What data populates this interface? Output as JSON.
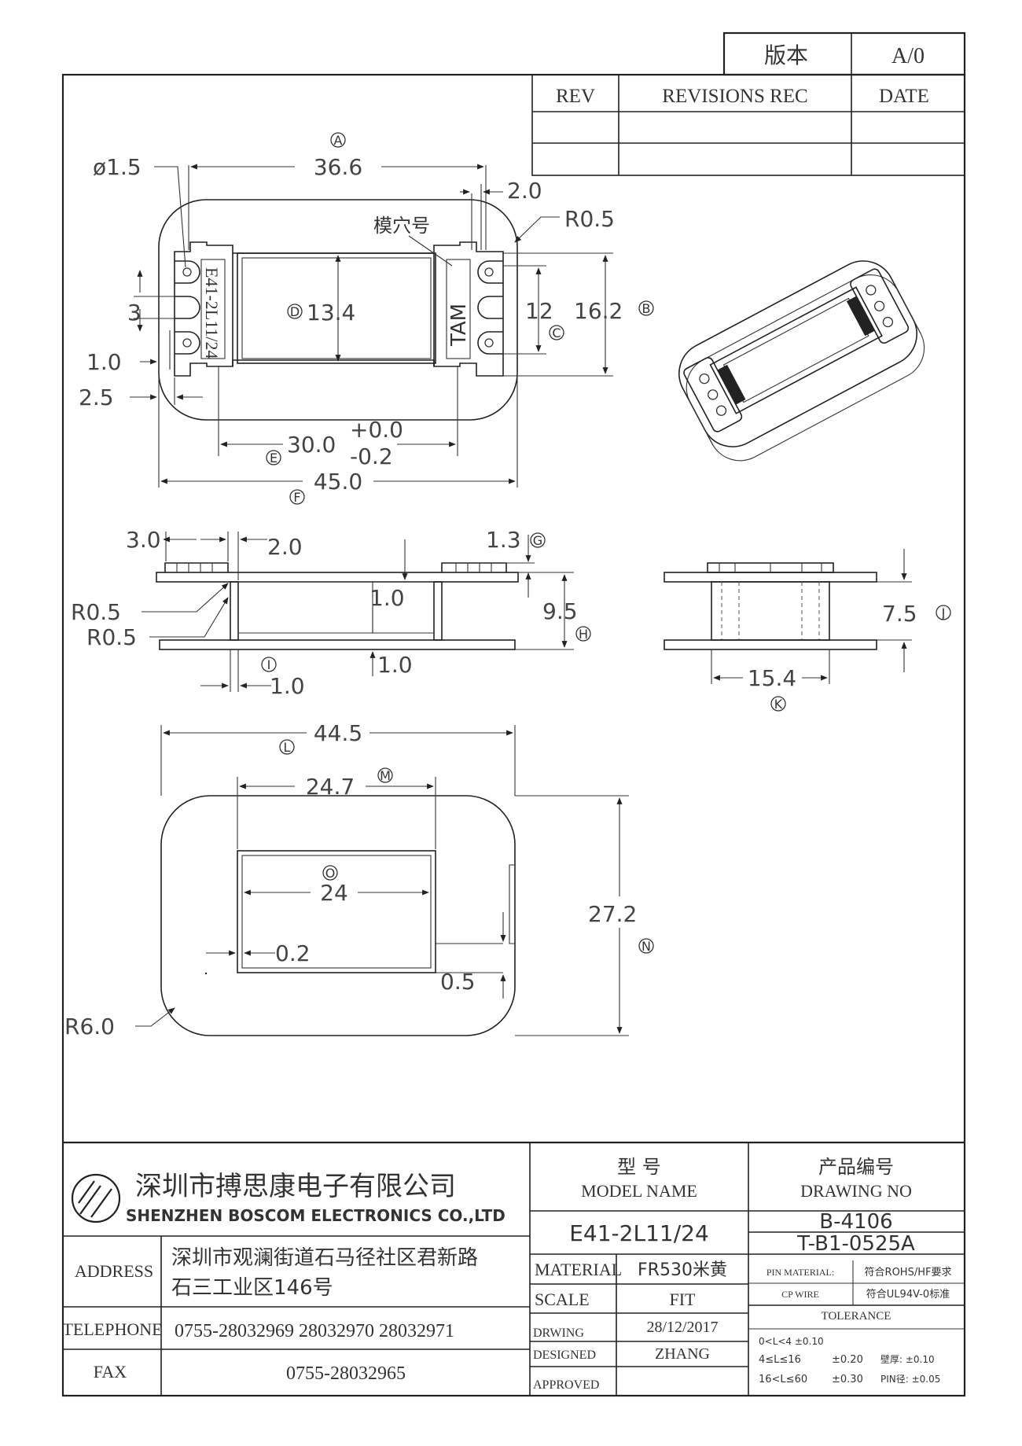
{
  "revision_box": {
    "version_label": "版本",
    "version_value": "A/0"
  },
  "revisions_table": {
    "rev_header": "REV",
    "rec_header": "REVISIONS REC",
    "date_header": "DATE"
  },
  "top_view": {
    "d_pin": "ø1.5",
    "a_width": "36.6",
    "a_tag": "A",
    "slot_gap": "2.0",
    "corner_r": "R0.5",
    "cavity_label": "模穴号",
    "pin_pitch": "3",
    "d_center": "13.4",
    "d_tag": "D",
    "b_height": "16.2",
    "b_tag": "B",
    "c_spacing": "12",
    "c_tag": "C",
    "dim_1_0": "1.0",
    "dim_2_5": "2.5",
    "e_width": "30.0",
    "e_tol_plus": "+0.0",
    "e_tol_minus": "-0.2",
    "e_tag": "E",
    "f_width": "45.0",
    "f_tag": "F",
    "part_marking": "E41-2L11/24",
    "brand_marking": "TAM"
  },
  "side_view": {
    "dim_3_0": "3.0",
    "dim_2_0": "2.0",
    "g_value": "1.3",
    "g_tag": "G",
    "r1": "R0.5",
    "r2": "R0.5",
    "wall": "1.0",
    "h_value": "9.5",
    "h_tag": "H",
    "i_tag": "I",
    "i_value": "1.0",
    "base": "1.0"
  },
  "end_view": {
    "j_value": "7.5",
    "j_tag": "J",
    "k_value": "15.4",
    "k_tag": "K"
  },
  "bottom_view": {
    "l_value": "44.5",
    "l_tag": "L",
    "m_value": "24.7",
    "m_tag": "M",
    "o_value": "24",
    "o_tag": "O",
    "n_value": "27.2",
    "n_tag": "N",
    "dim_0_2": "0.2",
    "dim_0_5": "0.5",
    "corner_r": "R6.0"
  },
  "title_block": {
    "company_cn": "深圳市搏思康电子有限公司",
    "company_en": "SHENZHEN BOSCOM ELECTRONICS CO.,LTD",
    "address_label": "ADDRESS",
    "address_line1": "深圳市观澜街道石马径社区君新路",
    "address_line2": "石三工业区146号",
    "telephone_label": "TELEPHONE",
    "telephone_value": "0755-28032969 28032970 28032971",
    "fax_label": "FAX",
    "fax_value": "0755-28032965",
    "model_cn": "型      号",
    "model_en": "MODEL NAME",
    "model_value": "E41-2L11/24",
    "drawing_no_cn": "产品编号",
    "drawing_no_en": "DRAWING NO",
    "drawing_no_1": "B-4106",
    "drawing_no_2": "T-B1-0525A",
    "material_label": "MATERIAL",
    "material_value": "FR530米黄",
    "scale_label": "SCALE",
    "scale_value": "FIT",
    "drwing_label": "DRWING",
    "drwing_value": "28/12/2017",
    "designed_label": "DESIGNED",
    "designed_value": "ZHANG",
    "approved_label": "APPROVED",
    "pin_material_label": "PIN MATERIAL:",
    "pin_material_value": "符合ROHS/HF要求",
    "cp_wire_label": "CP WIRE",
    "cp_wire_value": "符合UL94V-0标准",
    "tolerance_label": "TOLERANCE",
    "tol_row1": "0<L<4        ±0.10",
    "tol_row2_range": "4≤L≤16",
    "tol_row2_value": "±0.20",
    "tol_row2_extra": "壁厚: ±0.10",
    "tol_row3_range": "16<L≤60",
    "tol_row3_value": "±0.30",
    "tol_row3_extra": "PIN径: ±0.05"
  }
}
